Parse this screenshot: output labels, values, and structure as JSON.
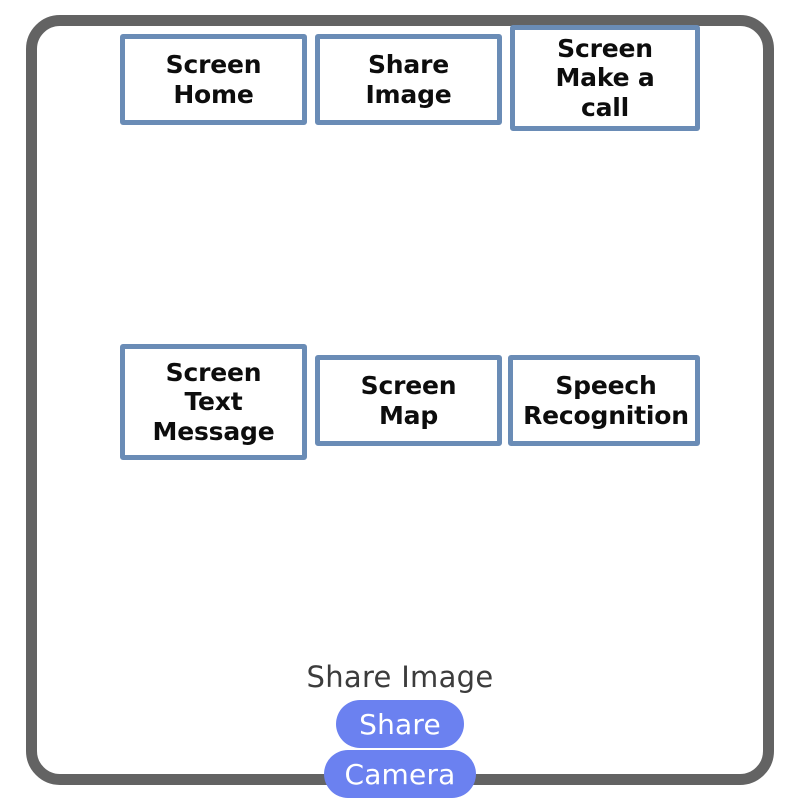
{
  "frame": {
    "border_color": "#636363",
    "background": "#ffffff"
  },
  "diagram": {
    "box_border_color": "#6a8cb6",
    "box_fill_color": "#ffffff",
    "box_text_color": "#0d0d0d",
    "rows": [
      {
        "row_name": "top-row",
        "boxes": [
          {
            "name": "screen-home",
            "label": "Screen\nHome"
          },
          {
            "name": "share-image",
            "label": "Share\nImage"
          },
          {
            "name": "make-a-call",
            "label": "Screen\nMake a\ncall"
          }
        ]
      },
      {
        "row_name": "second-row",
        "boxes": [
          {
            "name": "screen-text-message",
            "label": "Screen\nText\nMessage"
          },
          {
            "name": "screen-map",
            "label": "Screen\nMap"
          },
          {
            "name": "speech-recognition",
            "label": "Speech\nRecognition"
          }
        ]
      }
    ]
  },
  "share_sheet": {
    "title": "Share Image",
    "accent_color": "#6b81f0",
    "buttons": [
      {
        "name": "share",
        "label": "Share"
      },
      {
        "name": "camera",
        "label": "Camera"
      }
    ]
  }
}
